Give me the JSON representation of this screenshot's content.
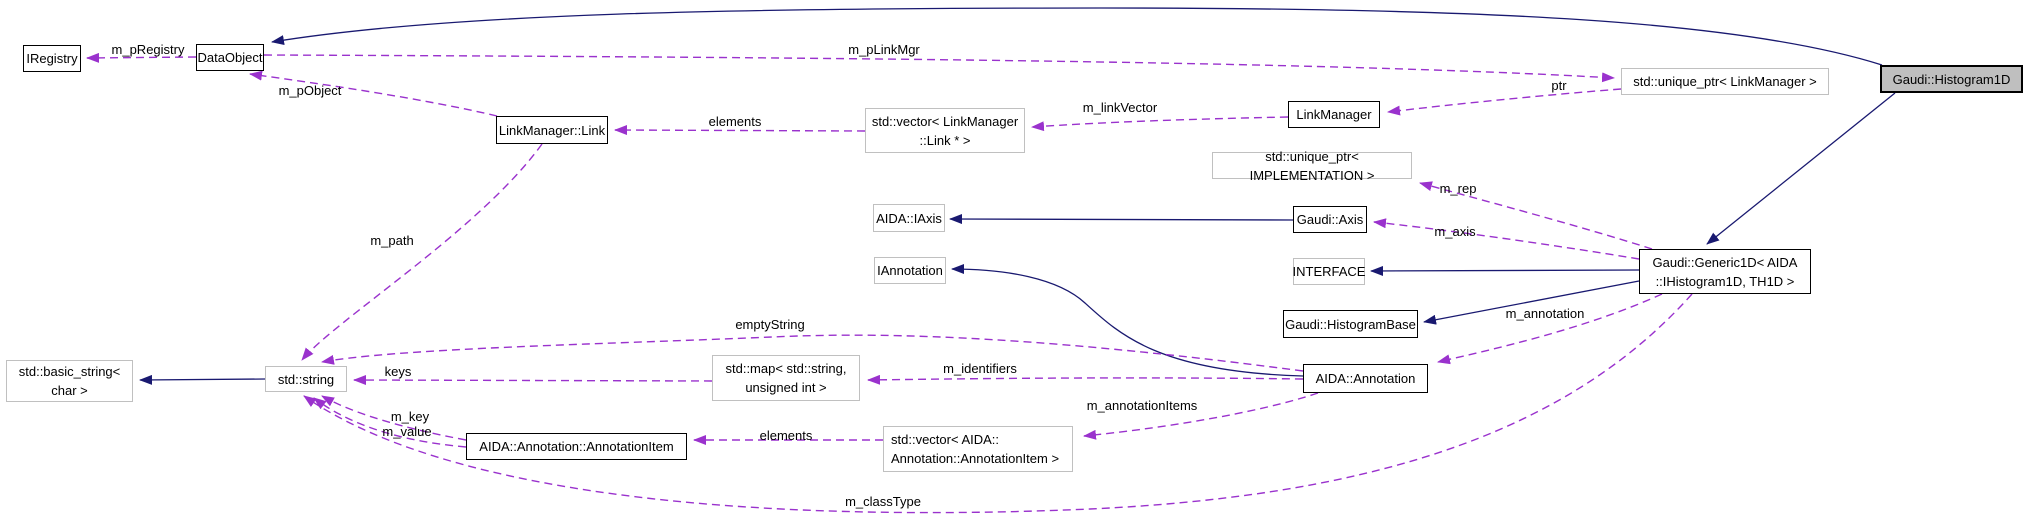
{
  "diagram": {
    "type": "collaboration-graph",
    "main_class": "Gaudi::Histogram1D",
    "colors": {
      "inheritance_edge": "#191970",
      "usage_edge": "#9a32cd",
      "main_node_fill": "#bfbfbf",
      "node_fill": "#ffffff",
      "documented_border": "#000000",
      "external_border": "#c0c0c0"
    },
    "nodes": [
      {
        "label": "IRegistry"
      },
      {
        "label": "DataObject"
      },
      {
        "label": "LinkManager::Link"
      },
      {
        "label": "std::vector< LinkManager\n::Link * >"
      },
      {
        "label": "LinkManager"
      },
      {
        "label": "std::unique_ptr< LinkManager >"
      },
      {
        "label": "Gaudi::Histogram1D"
      },
      {
        "label": "std::unique_ptr< IMPLEMENTATION >"
      },
      {
        "label": "AIDA::IAxis"
      },
      {
        "label": "Gaudi::Axis"
      },
      {
        "label": "IAnnotation"
      },
      {
        "label": "INTERFACE"
      },
      {
        "label": "Gaudi::HistogramBase"
      },
      {
        "label": "Gaudi::Generic1D< AIDA\n::IHistogram1D, TH1D >"
      },
      {
        "label": "AIDA::Annotation"
      },
      {
        "label": "std::basic_string<\nchar >"
      },
      {
        "label": "std::string"
      },
      {
        "label": "std::map< std::string,\nunsigned int >"
      },
      {
        "label": "AIDA::Annotation::AnnotationItem"
      },
      {
        "label": "std::vector< AIDA::\nAnnotation::AnnotationItem >"
      }
    ],
    "edge_labels": [
      {
        "text": "m_pRegistry"
      },
      {
        "text": "m_pLinkMgr"
      },
      {
        "text": "m_pObject"
      },
      {
        "text": "elements"
      },
      {
        "text": "m_linkVector"
      },
      {
        "text": "ptr"
      },
      {
        "text": "m_rep"
      },
      {
        "text": "m_axis"
      },
      {
        "text": "m_path"
      },
      {
        "text": "emptyString"
      },
      {
        "text": "keys"
      },
      {
        "text": "m_identifiers"
      },
      {
        "text": "m_annotation"
      },
      {
        "text": "m_annotationItems"
      },
      {
        "text": "m_key"
      },
      {
        "text": "m_value"
      },
      {
        "text": "elements"
      },
      {
        "text": "m_classType"
      }
    ],
    "edges": [
      {
        "from": "Gaudi::Histogram1D",
        "to": "DataObject",
        "kind": "inheritance"
      },
      {
        "from": "Gaudi::Histogram1D",
        "to": "Gaudi::Generic1D< AIDA::IHistogram1D, TH1D >",
        "kind": "inheritance"
      },
      {
        "from": "Gaudi::Axis",
        "to": "AIDA::IAxis",
        "kind": "inheritance"
      },
      {
        "from": "Gaudi::Generic1D< AIDA::IHistogram1D, TH1D >",
        "to": "INTERFACE",
        "kind": "inheritance"
      },
      {
        "from": "Gaudi::Generic1D< AIDA::IHistogram1D, TH1D >",
        "to": "Gaudi::HistogramBase",
        "kind": "inheritance"
      },
      {
        "from": "AIDA::Annotation",
        "to": "IAnnotation",
        "kind": "inheritance"
      },
      {
        "from": "std::string",
        "to": "std::basic_string< char >",
        "kind": "inheritance"
      },
      {
        "from": "DataObject",
        "to": "IRegistry",
        "kind": "usage",
        "label": "m_pRegistry"
      },
      {
        "from": "DataObject",
        "to": "std::unique_ptr< LinkManager >",
        "kind": "usage",
        "label": "m_pLinkMgr"
      },
      {
        "from": "std::unique_ptr< LinkManager >",
        "to": "LinkManager",
        "kind": "usage",
        "label": "ptr"
      },
      {
        "from": "LinkManager",
        "to": "std::vector< LinkManager::Link * >",
        "kind": "usage",
        "label": "m_linkVector"
      },
      {
        "from": "std::vector< LinkManager::Link * >",
        "to": "LinkManager::Link",
        "kind": "usage",
        "label": "elements"
      },
      {
        "from": "LinkManager::Link",
        "to": "DataObject",
        "kind": "usage",
        "label": "m_pObject"
      },
      {
        "from": "LinkManager::Link",
        "to": "std::string",
        "kind": "usage",
        "label": "m_path"
      },
      {
        "from": "AIDA::Annotation",
        "to": "std::string",
        "kind": "usage",
        "label": "emptyString"
      },
      {
        "from": "std::map< std::string, unsigned int >",
        "to": "std::string",
        "kind": "usage",
        "label": "keys"
      },
      {
        "from": "AIDA::Annotation",
        "to": "std::map< std::string, unsigned int >",
        "kind": "usage",
        "label": "m_identifiers"
      },
      {
        "from": "AIDA::Annotation",
        "to": "std::vector< AIDA::Annotation::AnnotationItem >",
        "kind": "usage",
        "label": "m_annotationItems"
      },
      {
        "from": "std::vector< AIDA::Annotation::AnnotationItem >",
        "to": "AIDA::Annotation::AnnotationItem",
        "kind": "usage",
        "label": "elements"
      },
      {
        "from": "AIDA::Annotation::AnnotationItem",
        "to": "std::string",
        "kind": "usage",
        "label": "m_key"
      },
      {
        "from": "AIDA::Annotation::AnnotationItem",
        "to": "std::string",
        "kind": "usage",
        "label": "m_value"
      },
      {
        "from": "Gaudi::Generic1D< AIDA::IHistogram1D, TH1D >",
        "to": "std::string",
        "kind": "usage",
        "label": "m_classType"
      },
      {
        "from": "Gaudi::Generic1D< AIDA::IHistogram1D, TH1D >",
        "to": "std::unique_ptr< IMPLEMENTATION >",
        "kind": "usage",
        "label": "m_rep"
      },
      {
        "from": "Gaudi::Generic1D< AIDA::IHistogram1D, TH1D >",
        "to": "Gaudi::Axis",
        "kind": "usage",
        "label": "m_axis"
      },
      {
        "from": "Gaudi::Generic1D< AIDA::IHistogram1D, TH1D >",
        "to": "AIDA::Annotation",
        "kind": "usage",
        "label": "m_annotation"
      }
    ]
  }
}
